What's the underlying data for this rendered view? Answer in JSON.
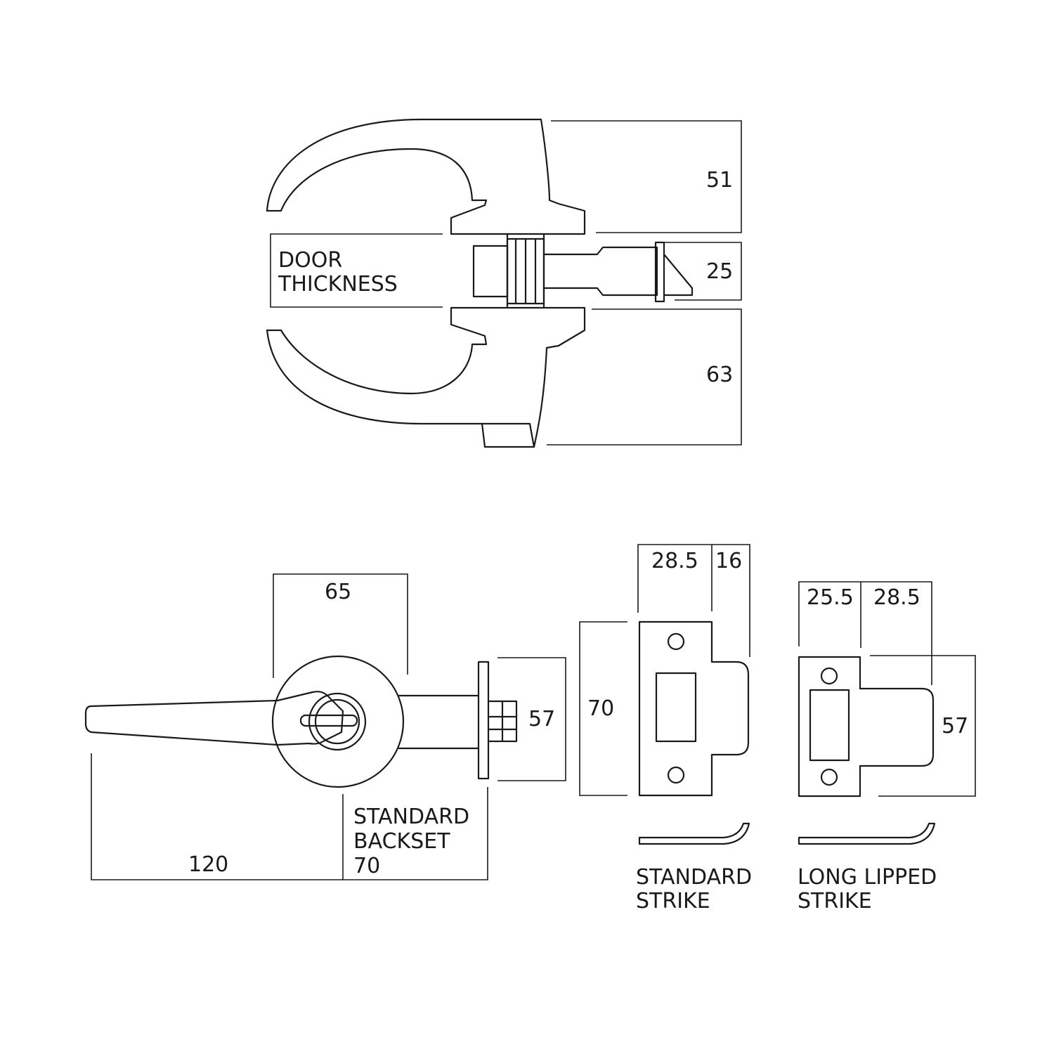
{
  "top_view": {
    "label_line1": "DOOR",
    "label_line2": "THICKNESS",
    "dim_top": "51",
    "dim_middle": "25",
    "dim_bottom": "63"
  },
  "side_view": {
    "dim_rose": "65",
    "dim_lever": "120",
    "dim_latch_plate": "57",
    "backset_line1": "STANDARD",
    "backset_line2": "BACKSET",
    "backset_line3": "70"
  },
  "standard_strike": {
    "dim_width": "28.5",
    "dim_lip": "16",
    "dim_height": "70",
    "caption_line1": "STANDARD",
    "caption_line2": "STRIKE"
  },
  "long_lipped_strike": {
    "dim_width": "25.5",
    "dim_lip": "28.5",
    "dim_height": "57",
    "caption_line1": "LONG LIPPED",
    "caption_line2": "STRIKE"
  }
}
